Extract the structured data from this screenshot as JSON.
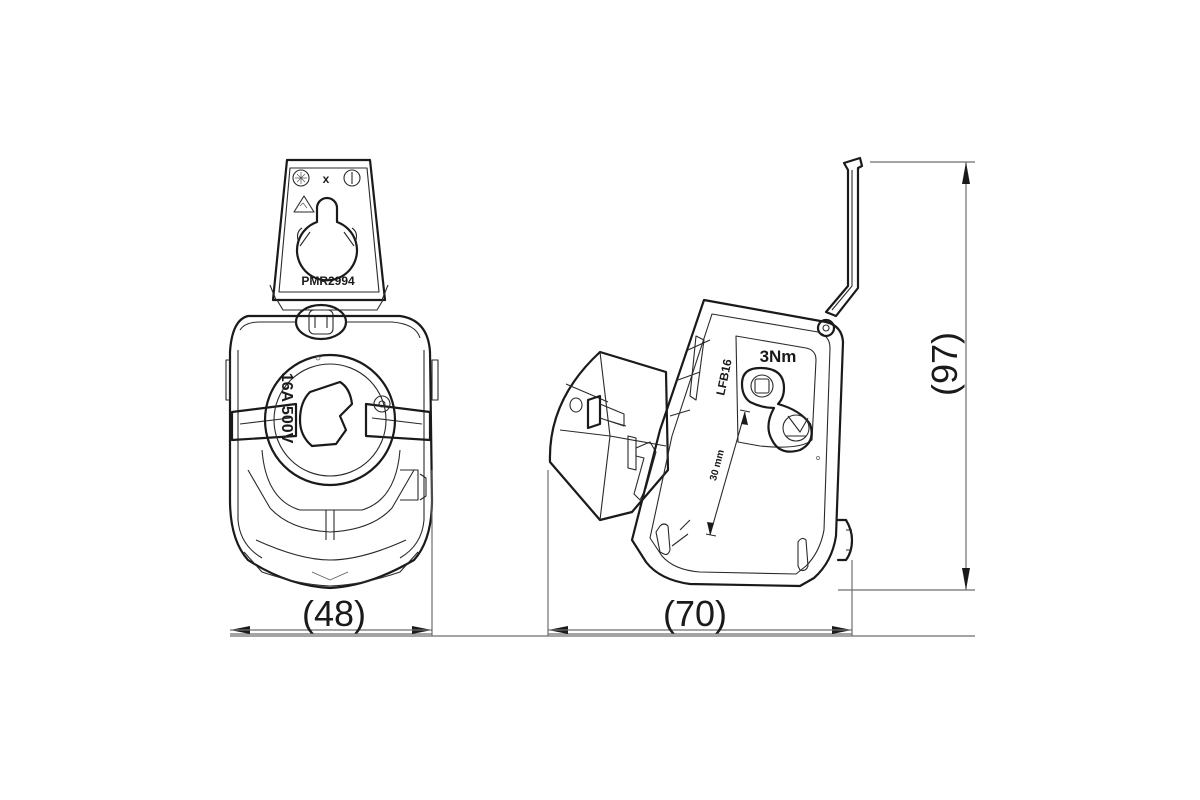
{
  "dimensions": {
    "front_width": "(48)",
    "side_width": "(70)",
    "height": "(97)"
  },
  "labels": {
    "lid_marker": "x",
    "lid_part_number": "PMR2994",
    "rating": "16A 500V",
    "torque": "3Nm",
    "code": "LFB16",
    "strip_length": "30 mm"
  },
  "colors": {
    "line": "#1a1a1a",
    "dimension_line": "#6e6e6e",
    "background": "#ffffff"
  }
}
